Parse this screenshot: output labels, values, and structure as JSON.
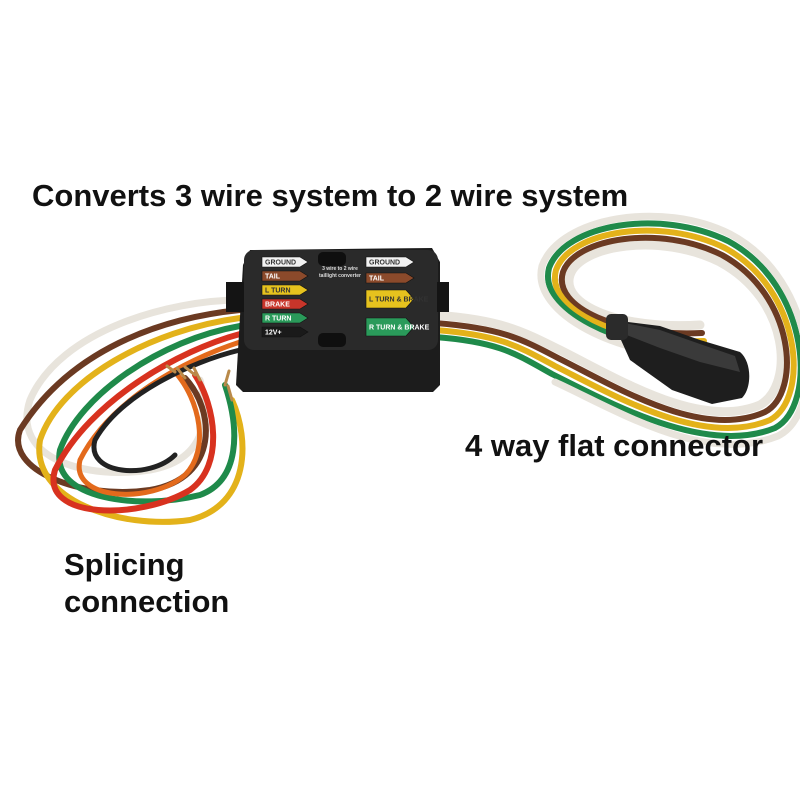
{
  "captions": {
    "headline": "Converts 3 wire system to 2 wire system",
    "right_connector": "4 way flat connector",
    "left_line1": "Splicing",
    "left_line2": "connection"
  },
  "module": {
    "center_text_line1": "3 wire to 2 wire",
    "center_text_line2": "taillight converter",
    "left_arrows": [
      {
        "label": "GROUND",
        "color": "#f2f2f2",
        "text_color": "#333333"
      },
      {
        "label": "TAIL",
        "color": "#8b4a2b",
        "text_color": "#ffffff"
      },
      {
        "label": "L TURN",
        "color": "#e6c21e",
        "text_color": "#333333"
      },
      {
        "label": "BRAKE",
        "color": "#c8352a",
        "text_color": "#ffffff"
      },
      {
        "label": "R TURN",
        "color": "#2a9a5a",
        "text_color": "#ffffff"
      },
      {
        "label": "12V+",
        "color": "#1a1a1a",
        "text_color": "#ffffff"
      }
    ],
    "right_arrows": [
      {
        "label": "GROUND",
        "color": "#f2f2f2",
        "text_color": "#333333"
      },
      {
        "label": "TAIL",
        "color": "#8b4a2b",
        "text_color": "#ffffff"
      },
      {
        "label": "L TURN & BRAKE",
        "color": "#e6c21e",
        "text_color": "#333333"
      },
      {
        "label": "R TURN & BRAKE",
        "color": "#2a9a5a",
        "text_color": "#ffffff"
      }
    ]
  },
  "wire_colors": {
    "white": "#e8e4dc",
    "brown": "#6b3a22",
    "yellow": "#e3b21a",
    "green": "#1f8a4a",
    "red": "#d8321f",
    "orange": "#e36a1c",
    "black": "#222222"
  }
}
